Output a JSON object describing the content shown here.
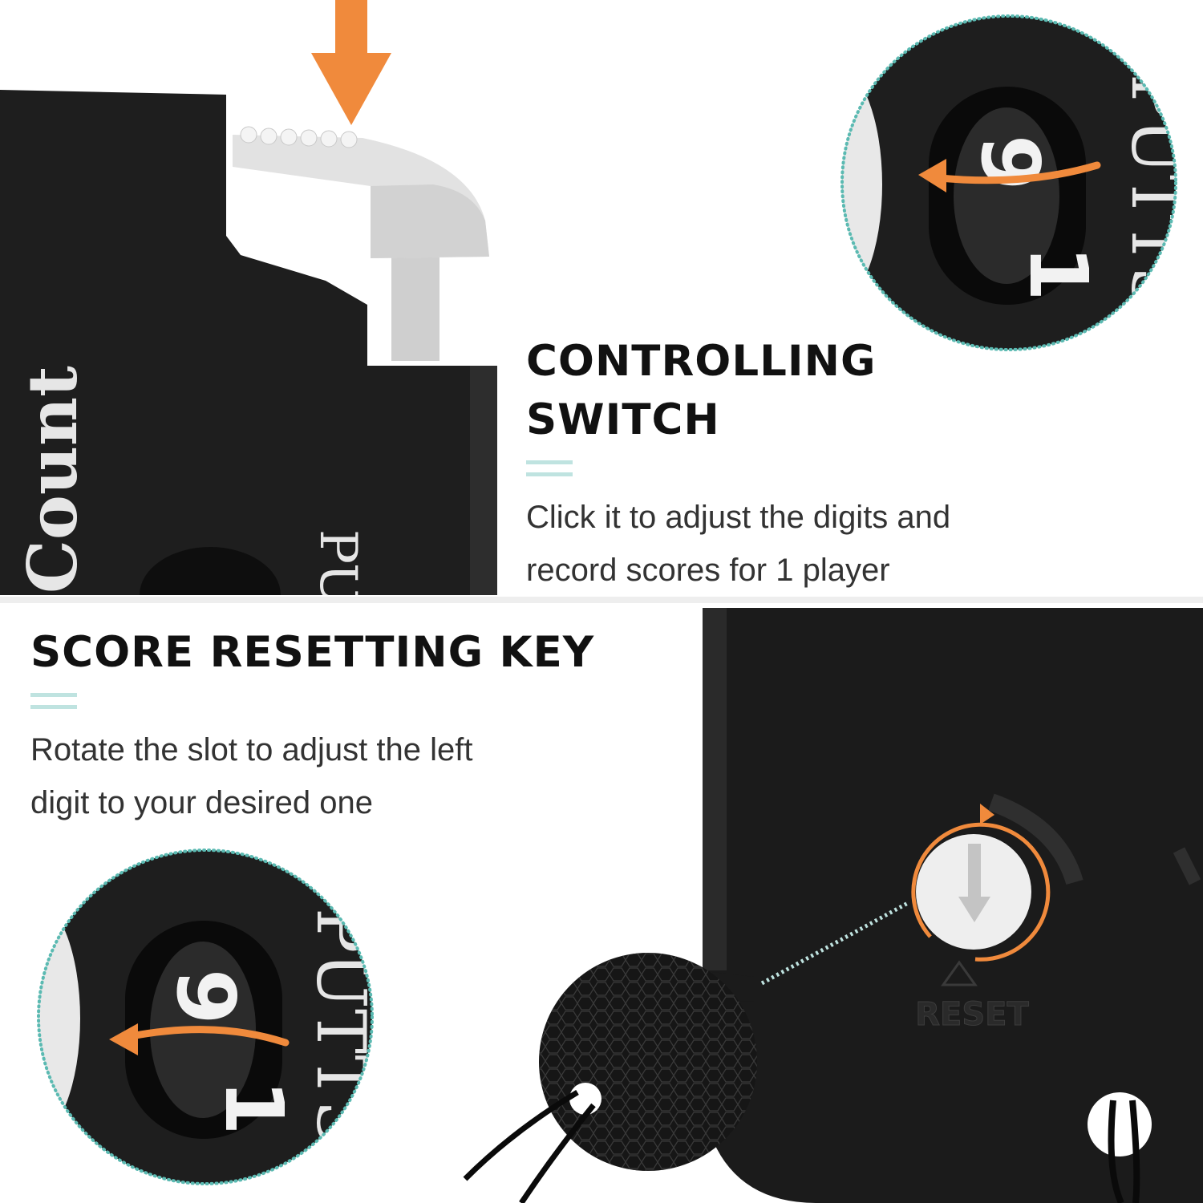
{
  "features": {
    "controlling_switch": {
      "title_line1": "CONTROLLING",
      "title_line2": "SWITCH",
      "description_line1": "Click it to adjust the digits and",
      "description_line2": "record scores for 1 player"
    },
    "score_resetting_key": {
      "title": "SCORE RESETTING KEY",
      "description_line1": "Rotate the slot to adjust the left",
      "description_line2": "digit to your desired one"
    }
  },
  "device": {
    "brand_text": "Count",
    "label_text": "PUTTS",
    "digits": [
      "1",
      "9"
    ],
    "reset_label": "RESET"
  },
  "colors": {
    "accent_orange": "#f08a3c",
    "device_black": "#1e1e1e",
    "divider_teal": "#bfe3e0",
    "lever_grey": "#dedede"
  },
  "icons": [
    "down-arrow-icon",
    "rotate-arrow-icon",
    "reset-triangle-icon"
  ]
}
